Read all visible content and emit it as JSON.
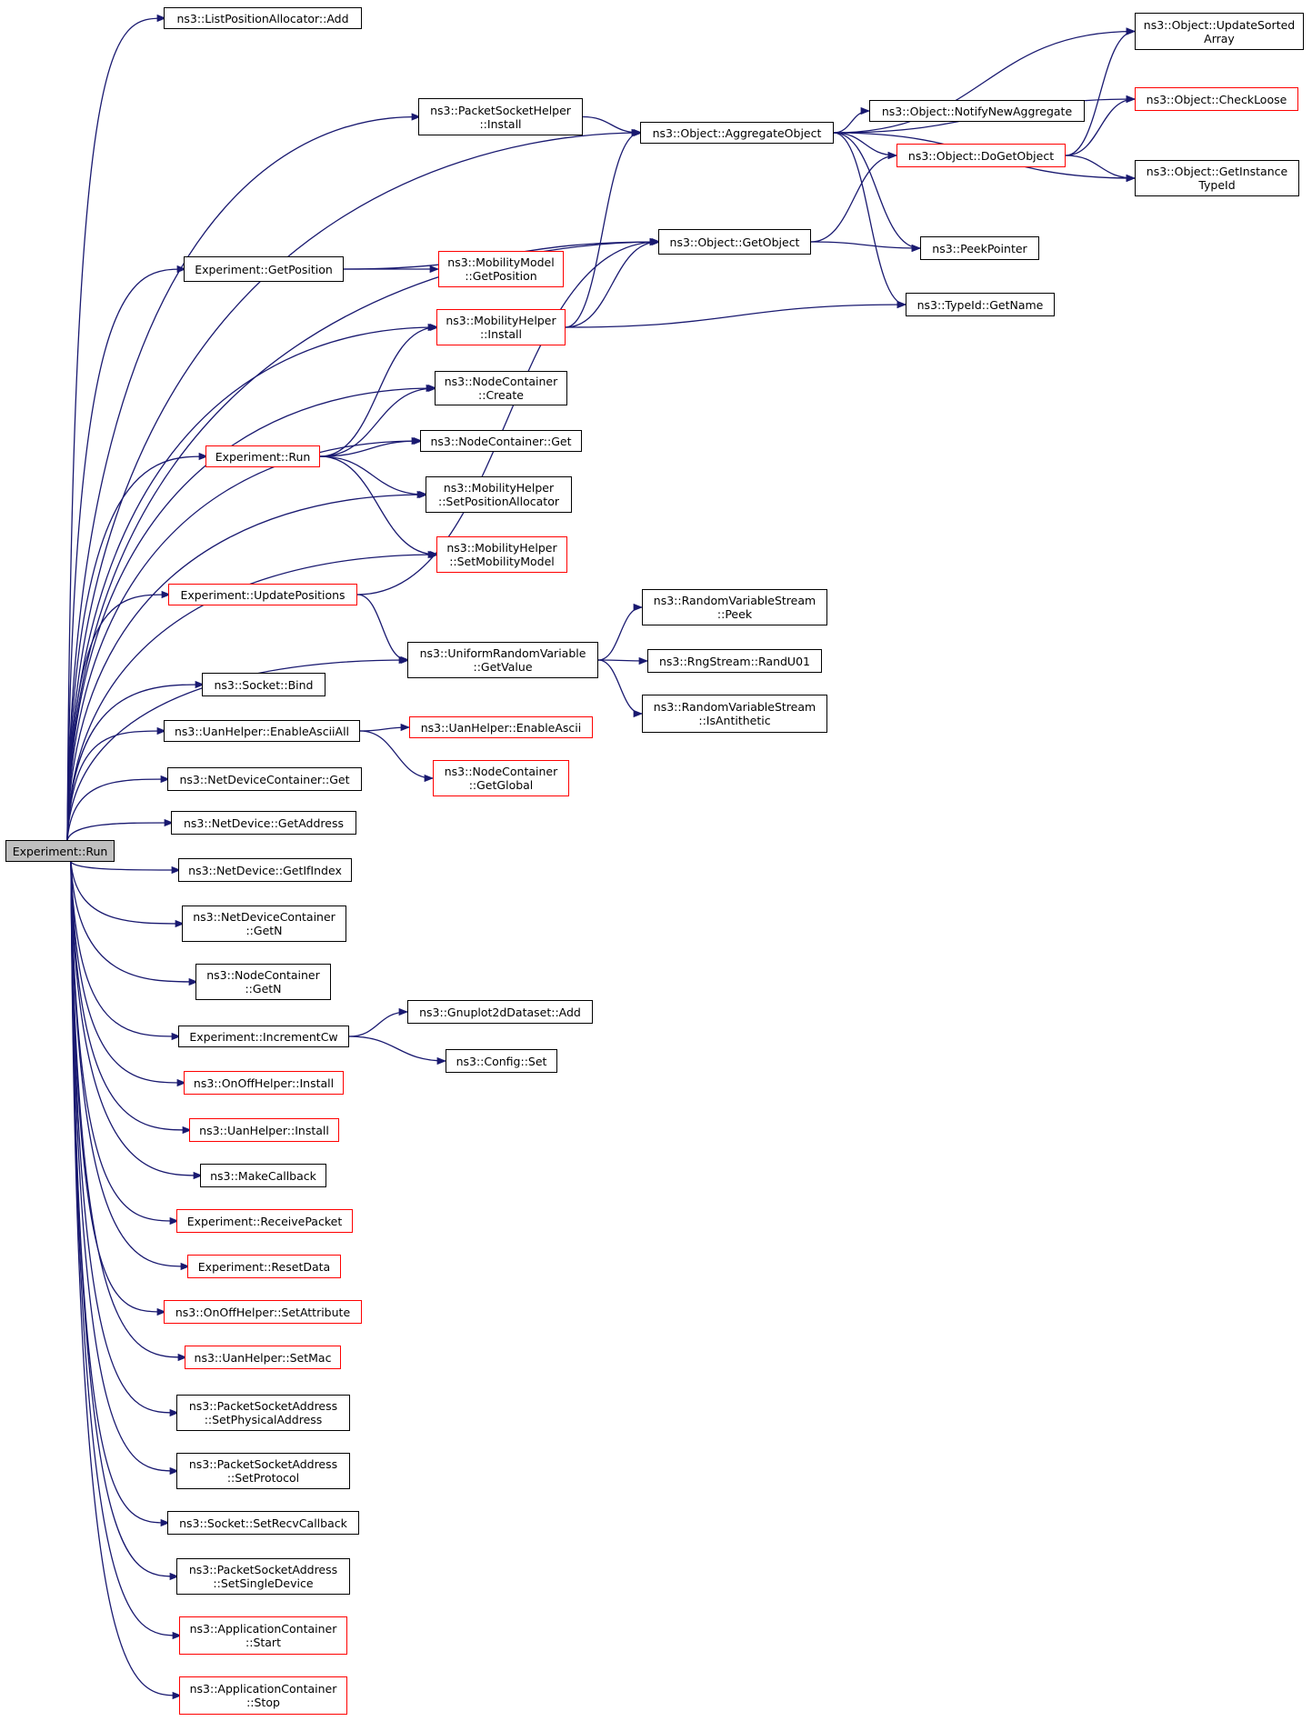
{
  "graph": {
    "colors": {
      "edge": "#191970",
      "node_border": "#000000",
      "truncated_border": "#ff0000",
      "focus_fill": "#bfbfbf"
    },
    "nodes": {
      "root": {
        "lines": [
          "Experiment::Run"
        ],
        "style": "focus"
      },
      "lpa_add": {
        "lines": [
          "ns3::ListPositionAllocator::Add"
        ],
        "style": "black"
      },
      "psh_inst": {
        "lines": [
          "ns3::PacketSocketHelper",
          "::Install"
        ],
        "style": "black"
      },
      "agg": {
        "lines": [
          "ns3::Object::AggregateObject"
        ],
        "style": "black"
      },
      "usa": {
        "lines": [
          "ns3::Object::UpdateSorted",
          "Array"
        ],
        "style": "black"
      },
      "loose": {
        "lines": [
          "ns3::Object::CheckLoose"
        ],
        "style": "red"
      },
      "nna": {
        "lines": [
          "ns3::Object::NotifyNewAggregate"
        ],
        "style": "black"
      },
      "dget": {
        "lines": [
          "ns3::Object::DoGetObject"
        ],
        "style": "red"
      },
      "gitid": {
        "lines": [
          "ns3::Object::GetInstance",
          "TypeId"
        ],
        "style": "black"
      },
      "getobj": {
        "lines": [
          "ns3::Object::GetObject"
        ],
        "style": "black"
      },
      "peek": {
        "lines": [
          "ns3::PeekPointer"
        ],
        "style": "black"
      },
      "getpos": {
        "lines": [
          "Experiment::GetPosition"
        ],
        "style": "black"
      },
      "mm_gp": {
        "lines": [
          "ns3::MobilityModel",
          "::GetPosition"
        ],
        "style": "red"
      },
      "typeid": {
        "lines": [
          "ns3::TypeId::GetName"
        ],
        "style": "black"
      },
      "mh_inst": {
        "lines": [
          "ns3::MobilityHelper",
          "::Install"
        ],
        "style": "red"
      },
      "nc_create": {
        "lines": [
          "ns3::NodeContainer",
          "::Create"
        ],
        "style": "black"
      },
      "exp_run2": {
        "lines": [
          "Experiment::Run"
        ],
        "style": "red"
      },
      "nc_get": {
        "lines": [
          "ns3::NodeContainer::Get"
        ],
        "style": "black"
      },
      "mh_spa": {
        "lines": [
          "ns3::MobilityHelper",
          "::SetPositionAllocator"
        ],
        "style": "black"
      },
      "mh_smm": {
        "lines": [
          "ns3::MobilityHelper",
          "::SetMobilityModel"
        ],
        "style": "red"
      },
      "upd": {
        "lines": [
          "Experiment::UpdatePositions"
        ],
        "style": "red"
      },
      "urv": {
        "lines": [
          "ns3::UniformRandomVariable",
          "::GetValue"
        ],
        "style": "black"
      },
      "rvs_peek": {
        "lines": [
          "ns3::RandomVariableStream",
          "::Peek"
        ],
        "style": "black"
      },
      "rand": {
        "lines": [
          "ns3::RngStream::RandU01"
        ],
        "style": "black"
      },
      "anti": {
        "lines": [
          "ns3::RandomVariableStream",
          "::IsAntithetic"
        ],
        "style": "black"
      },
      "bind": {
        "lines": [
          "ns3::Socket::Bind"
        ],
        "style": "black"
      },
      "eaa": {
        "lines": [
          "ns3::UanHelper::EnableAsciiAll"
        ],
        "style": "black"
      },
      "ea": {
        "lines": [
          "ns3::UanHelper::EnableAscii"
        ],
        "style": "red"
      },
      "ncgg": {
        "lines": [
          "ns3::NodeContainer",
          "::GetGlobal"
        ],
        "style": "red"
      },
      "ndc_get": {
        "lines": [
          "ns3::NetDeviceContainer::Get"
        ],
        "style": "black"
      },
      "nd_addr": {
        "lines": [
          "ns3::NetDevice::GetAddress"
        ],
        "style": "black"
      },
      "nd_if": {
        "lines": [
          "ns3::NetDevice::GetIfIndex"
        ],
        "style": "black"
      },
      "ndc_n": {
        "lines": [
          "ns3::NetDeviceContainer",
          "::GetN"
        ],
        "style": "black"
      },
      "nc_n": {
        "lines": [
          "ns3::NodeContainer",
          "::GetN"
        ],
        "style": "black"
      },
      "inccw": {
        "lines": [
          "Experiment::IncrementCw"
        ],
        "style": "black"
      },
      "g2d": {
        "lines": [
          "ns3::Gnuplot2dDataset::Add"
        ],
        "style": "black"
      },
      "cfg": {
        "lines": [
          "ns3::Config::Set"
        ],
        "style": "black"
      },
      "oo_inst": {
        "lines": [
          "ns3::OnOffHelper::Install"
        ],
        "style": "red"
      },
      "uan_inst": {
        "lines": [
          "ns3::UanHelper::Install"
        ],
        "style": "red"
      },
      "mcb": {
        "lines": [
          "ns3::MakeCallback"
        ],
        "style": "black"
      },
      "recv": {
        "lines": [
          "Experiment::ReceivePacket"
        ],
        "style": "red"
      },
      "reset": {
        "lines": [
          "Experiment::ResetData"
        ],
        "style": "red"
      },
      "oo_attr": {
        "lines": [
          "ns3::OnOffHelper::SetAttribute"
        ],
        "style": "red"
      },
      "setmac": {
        "lines": [
          "ns3::UanHelper::SetMac"
        ],
        "style": "red"
      },
      "psa_phys": {
        "lines": [
          "ns3::PacketSocketAddress",
          "::SetPhysicalAddress"
        ],
        "style": "black"
      },
      "psa_proto": {
        "lines": [
          "ns3::PacketSocketAddress",
          "::SetProtocol"
        ],
        "style": "black"
      },
      "recvcb": {
        "lines": [
          "ns3::Socket::SetRecvCallback"
        ],
        "style": "black"
      },
      "psa_single": {
        "lines": [
          "ns3::PacketSocketAddress",
          "::SetSingleDevice"
        ],
        "style": "black"
      },
      "ac_start": {
        "lines": [
          "ns3::ApplicationContainer",
          "::Start"
        ],
        "style": "red"
      },
      "ac_stop": {
        "lines": [
          "ns3::ApplicationContainer",
          "::Stop"
        ],
        "style": "red"
      }
    },
    "edges": [
      [
        "root",
        "lpa_add"
      ],
      [
        "root",
        "psh_inst"
      ],
      [
        "root",
        "agg"
      ],
      [
        "root",
        "getobj"
      ],
      [
        "root",
        "getpos"
      ],
      [
        "root",
        "mh_inst"
      ],
      [
        "root",
        "nc_create"
      ],
      [
        "root",
        "exp_run2"
      ],
      [
        "root",
        "nc_get"
      ],
      [
        "root",
        "mh_spa"
      ],
      [
        "root",
        "mh_smm"
      ],
      [
        "root",
        "upd"
      ],
      [
        "root",
        "urv"
      ],
      [
        "root",
        "bind"
      ],
      [
        "root",
        "eaa"
      ],
      [
        "root",
        "ndc_get"
      ],
      [
        "root",
        "nd_addr"
      ],
      [
        "root",
        "nd_if"
      ],
      [
        "root",
        "ndc_n"
      ],
      [
        "root",
        "nc_n"
      ],
      [
        "root",
        "inccw"
      ],
      [
        "root",
        "oo_inst"
      ],
      [
        "root",
        "uan_inst"
      ],
      [
        "root",
        "mcb"
      ],
      [
        "root",
        "recv"
      ],
      [
        "root",
        "reset"
      ],
      [
        "root",
        "oo_attr"
      ],
      [
        "root",
        "setmac"
      ],
      [
        "root",
        "psa_phys"
      ],
      [
        "root",
        "psa_proto"
      ],
      [
        "root",
        "recvcb"
      ],
      [
        "root",
        "psa_single"
      ],
      [
        "root",
        "ac_start"
      ],
      [
        "root",
        "ac_stop"
      ],
      [
        "psh_inst",
        "agg"
      ],
      [
        "agg",
        "usa"
      ],
      [
        "agg",
        "loose"
      ],
      [
        "agg",
        "nna"
      ],
      [
        "agg",
        "dget"
      ],
      [
        "agg",
        "gitid"
      ],
      [
        "agg",
        "peek"
      ],
      [
        "agg",
        "typeid"
      ],
      [
        "dget",
        "usa"
      ],
      [
        "dget",
        "loose"
      ],
      [
        "dget",
        "gitid"
      ],
      [
        "getobj",
        "dget"
      ],
      [
        "getobj",
        "peek"
      ],
      [
        "getpos",
        "getobj"
      ],
      [
        "getpos",
        "mm_gp"
      ],
      [
        "mh_inst",
        "agg"
      ],
      [
        "mh_inst",
        "getobj"
      ],
      [
        "mh_inst",
        "typeid"
      ],
      [
        "exp_run2",
        "mh_inst"
      ],
      [
        "exp_run2",
        "nc_create"
      ],
      [
        "exp_run2",
        "nc_get"
      ],
      [
        "exp_run2",
        "mh_spa"
      ],
      [
        "exp_run2",
        "mh_smm"
      ],
      [
        "upd",
        "getobj"
      ],
      [
        "upd",
        "urv"
      ],
      [
        "urv",
        "rvs_peek"
      ],
      [
        "urv",
        "rand"
      ],
      [
        "urv",
        "anti"
      ],
      [
        "eaa",
        "ea"
      ],
      [
        "eaa",
        "ncgg"
      ],
      [
        "inccw",
        "g2d"
      ],
      [
        "inccw",
        "cfg"
      ]
    ]
  }
}
